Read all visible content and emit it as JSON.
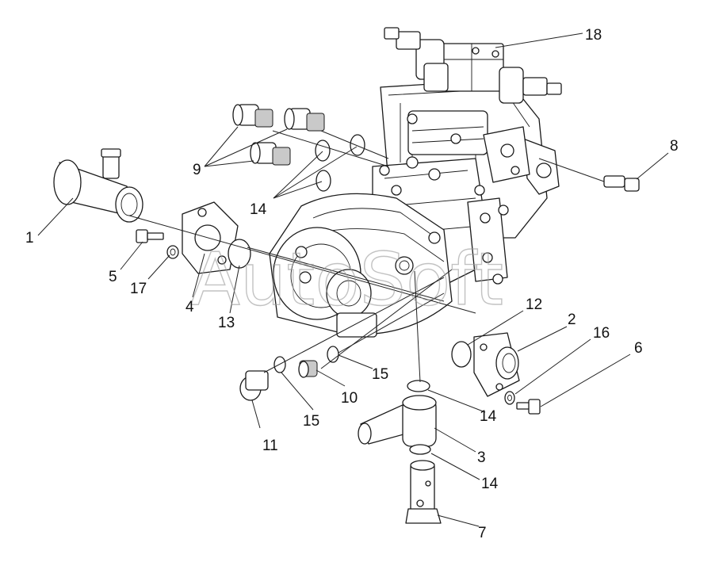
{
  "watermark": "AutoSoft",
  "callouts": [
    {
      "id": "1",
      "label": "1"
    },
    {
      "id": "2",
      "label": "2"
    },
    {
      "id": "3",
      "label": "3"
    },
    {
      "id": "4",
      "label": "4"
    },
    {
      "id": "5",
      "label": "5"
    },
    {
      "id": "6",
      "label": "6"
    },
    {
      "id": "7",
      "label": "7"
    },
    {
      "id": "8",
      "label": "8"
    },
    {
      "id": "9",
      "label": "9"
    },
    {
      "id": "10",
      "label": "10"
    },
    {
      "id": "11",
      "label": "11"
    },
    {
      "id": "12",
      "label": "12"
    },
    {
      "id": "13",
      "label": "13"
    },
    {
      "id": "14a",
      "label": "14"
    },
    {
      "id": "14b",
      "label": "14"
    },
    {
      "id": "14c",
      "label": "14"
    },
    {
      "id": "15a",
      "label": "15"
    },
    {
      "id": "15b",
      "label": "15"
    },
    {
      "id": "16",
      "label": "16"
    },
    {
      "id": "17",
      "label": "17"
    },
    {
      "id": "18",
      "label": "18"
    }
  ]
}
